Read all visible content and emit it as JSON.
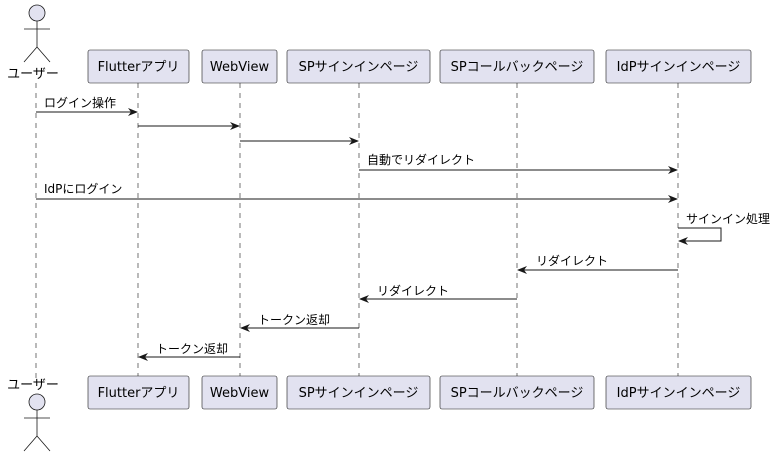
{
  "participants": {
    "user": "ユーザー",
    "flutter": "Flutterアプリ",
    "webview": "WebView",
    "sp_signin": "SPサインインページ",
    "sp_callback": "SPコールバックページ",
    "idp_signin": "IdPサインインページ"
  },
  "messages": [
    {
      "from": "user",
      "to": "flutter",
      "label": "ログイン操作"
    },
    {
      "from": "flutter",
      "to": "webview",
      "label": ""
    },
    {
      "from": "webview",
      "to": "sp_signin",
      "label": ""
    },
    {
      "from": "sp_signin",
      "to": "idp_signin",
      "label": "自動でリダイレクト"
    },
    {
      "from": "user",
      "to": "idp_signin",
      "label": "IdPにログイン"
    },
    {
      "from": "idp_signin",
      "to": "idp_signin",
      "label": "サインイン処理"
    },
    {
      "from": "idp_signin",
      "to": "sp_callback",
      "label": "リダイレクト"
    },
    {
      "from": "sp_callback",
      "to": "sp_signin",
      "label": "リダイレクト"
    },
    {
      "from": "sp_signin",
      "to": "webview",
      "label": "トークン返却"
    },
    {
      "from": "webview",
      "to": "flutter",
      "label": "トークン返却"
    }
  ]
}
